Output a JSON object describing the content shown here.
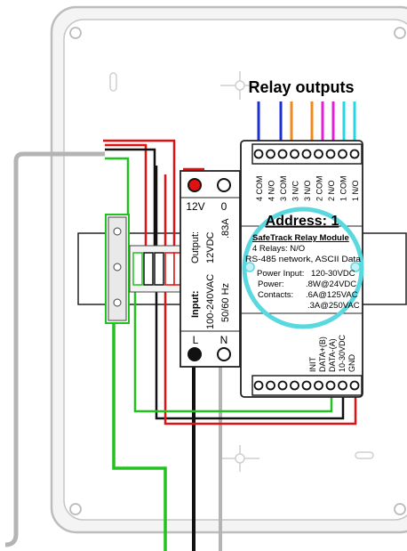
{
  "title": "Relay outputs",
  "colors": {
    "title": "#1b56d8",
    "address": "#e1161b",
    "circle": "#59d8df",
    "wire_blue": "#1f2fd1",
    "wire_orange": "#f08a1c",
    "wire_magenta": "#e21ed6",
    "wire_cyan": "#27d6e6",
    "wire_red": "#e21010",
    "wire_green": "#22c21e",
    "wire_grey": "#b4b4b4",
    "enclosure": "#bdbdbd"
  },
  "power_supply": {
    "top_left_terminal": "12V",
    "top_right_terminal": "0",
    "output_title": "Output:",
    "output_voltage": "12VDC",
    "output_current": ".83A",
    "input_title": "Input:",
    "input_voltage": "100-240VAC",
    "input_freq": "50/60 Hz",
    "bottom_left_terminal": "L",
    "bottom_right_terminal": "N"
  },
  "relay_module": {
    "address": "Address: 1",
    "name": "SafeTrack Relay Module",
    "relays": "4 Relays: N/O",
    "network": "RS-485 network, ASCII Data",
    "power_input_label": "Power Input:",
    "power_input_value": "120-30VDC",
    "power_label": "Power:",
    "power_value": ".8W@24VDC",
    "contacts_label": "Contacts:",
    "contacts_value_1": ".6A@125VAC",
    "contacts_value_2": ".3A@250VAC",
    "top_terminals": [
      "4 COM",
      "4 N/O",
      "3 COM",
      "3 N/C",
      "3 N/O",
      "2 COM",
      "2 N/O",
      "1 COM",
      "1 N/O"
    ],
    "bottom_terminals": [
      "INIT",
      "DATA+(B)",
      "DATA-(A)",
      "10-30VDC",
      "GND"
    ]
  }
}
